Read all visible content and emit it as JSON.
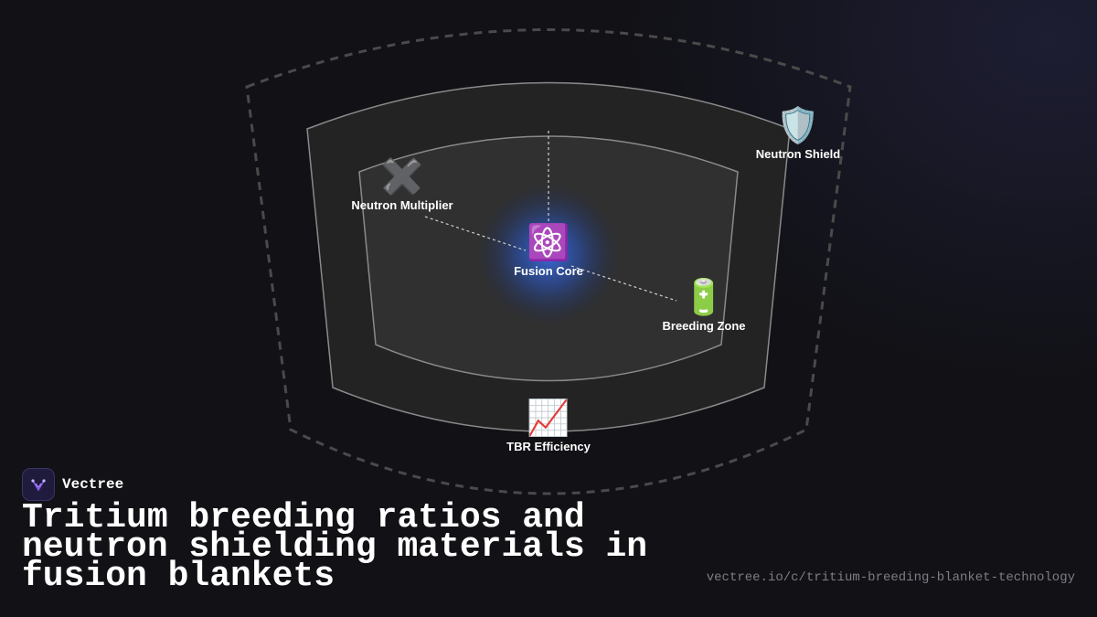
{
  "diagram": {
    "nodes": [
      {
        "id": "fusion-core",
        "label": "Fusion Core",
        "icon": "⚛️",
        "icon_name": "atom-icon"
      },
      {
        "id": "neutron-multiplier",
        "label": "Neutron Multiplier",
        "icon": "✖️",
        "icon_name": "multiply-icon"
      },
      {
        "id": "breeding-zone",
        "label": "Breeding Zone",
        "icon": "🔋",
        "icon_name": "battery-icon"
      },
      {
        "id": "neutron-shield",
        "label": "Neutron Shield",
        "icon": "🛡️",
        "icon_name": "shield-icon"
      },
      {
        "id": "tbr-efficiency",
        "label": "TBR Efficiency",
        "icon": "📈",
        "icon_name": "chart-increasing-icon"
      }
    ],
    "colors": {
      "core_glow": "#3b6fe0",
      "inner_layer": "#303030",
      "outer_layer": "#232323",
      "layer_stroke": "#8a8a8a",
      "dashed_boundary": "#4a4a4a"
    }
  },
  "brand": {
    "name": "Vectree",
    "logo_icon": "vectree-logo-icon",
    "logo_color": "#8b5cf6"
  },
  "title": "Tritium breeding ratios and neutron shielding materials in fusion blankets",
  "url": "vectree.io/c/tritium-breeding-blanket-technology"
}
